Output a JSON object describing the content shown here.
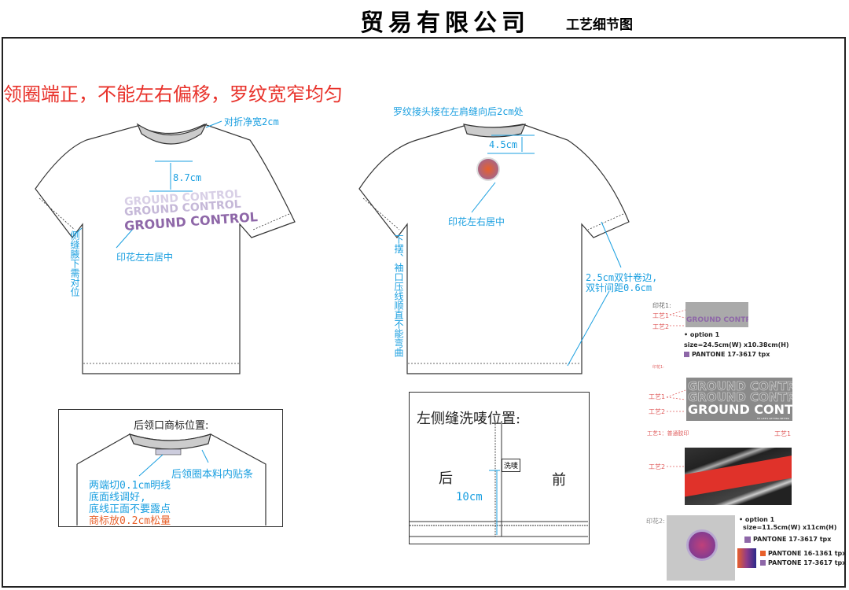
{
  "header": {
    "company": "贸易有限公司",
    "title": "工艺细节图"
  },
  "main_note": "领圈端正，不能左右偏移，罗纹宽窄均匀",
  "front": {
    "collar_note": "对折净宽2cm",
    "print_distance": "8.7cm",
    "print_center": "印花左右居中",
    "side_seam_note": "侧缝腋下需对位",
    "print_text": "GROUND CONTROL"
  },
  "back": {
    "rib_note": "罗纹接头接在左肩缝向后2cm处",
    "print_distance": "4.5cm",
    "print_center": "印花左右居中",
    "hem_note": "下摆、袖口压线顺直不能弯曲",
    "hem_stitch_note_1": "2.5cm双针卷边,",
    "hem_stitch_note_2": "双针间距0.6cm"
  },
  "neck_label": {
    "title": "后领口商标位置:",
    "tape_note": "后领圈本料内贴条",
    "stitch_lines": [
      "两端切0.1cm明线",
      "底面线调好,",
      "底线正面不要露点"
    ],
    "ease_note": "商标放0.2cm松量"
  },
  "wash_label": {
    "title": "左侧缝洗唛位置:",
    "back": "后",
    "front": "前",
    "label": "洗唛",
    "distance": "10cm"
  },
  "print1": {
    "label": "印花1:",
    "craft1": "工艺1",
    "craft2": "工艺2",
    "option": "• option 1",
    "size": "size=24.5cm(W) x10.38cm(H)",
    "pantone": "PANTONE 17-3617 tpx",
    "pantone_color": "#8e67a8",
    "small_label": "印花1:",
    "craft1_desc": "工艺1：普通胶印",
    "text": "GROUND CONTROL",
    "subtext": "MY LIFE'S GETTING BETTER"
  },
  "print2": {
    "label": "印花2:",
    "option": "• option 1",
    "size": "size=11.5cm(W) x11cm(H)",
    "pantone_a": "PANTONE 17-3617 tpx",
    "pantone_b": "PANTONE 16-1361 tpx",
    "pantone_c": "PANTONE 17-3617 tpx",
    "color_orange": "#e8602a",
    "color_purple": "#8e67a8"
  }
}
